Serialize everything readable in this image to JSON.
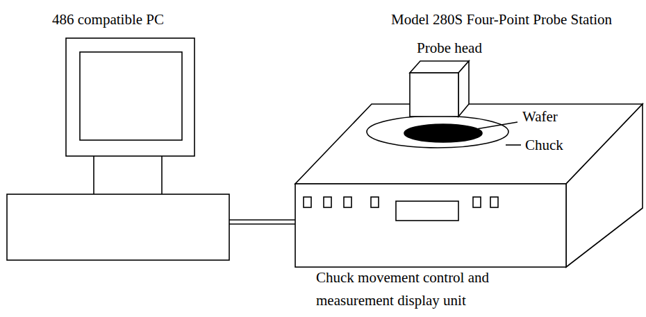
{
  "diagram": {
    "labels": [
      "486 compatible PC",
      "Model 280S Four-Point Probe Station",
      "Probe head",
      "Wafer",
      "Chuck",
      "Chuck movement control and measurement display unit"
    ]
  }
}
